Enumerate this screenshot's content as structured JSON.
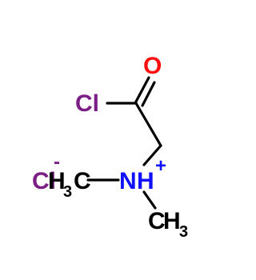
{
  "molecule": {
    "atoms": {
      "oxygen": "O",
      "chlorine_acyl": "Cl",
      "nitrogen": "N",
      "nitrogen_h": "H",
      "nitrogen_charge": "+",
      "methyl_left_c": "C",
      "methyl_left_h": "H",
      "methyl_left_count": "3",
      "methyl_right_c": "C",
      "methyl_right_h": "H",
      "methyl_right_count": "3",
      "chloride": "Cl",
      "chloride_charge": "-"
    },
    "colors": {
      "oxygen": "#ff0d0d",
      "chlorine": "#7b1f86",
      "nitrogen": "#1010ff",
      "carbon": "#000000",
      "bond": "#000000"
    }
  }
}
